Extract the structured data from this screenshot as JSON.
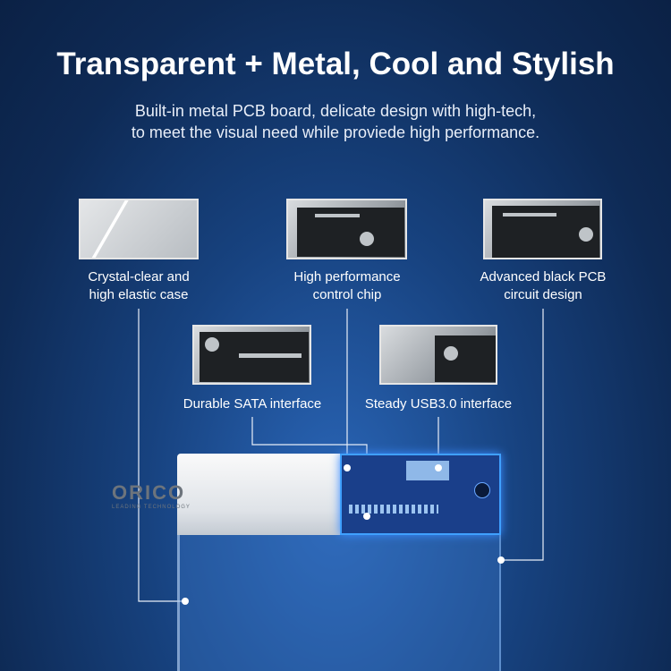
{
  "header": {
    "title": "Transparent + Metal, Cool and Stylish",
    "subtitle_line1": "Built-in metal PCB board, delicate design with high-tech,",
    "subtitle_line2": "to meet the visual need while proviede high performance."
  },
  "features": [
    {
      "line1": "Crystal-clear and",
      "line2": "high elastic case"
    },
    {
      "line1": "High performance",
      "line2": "control chip"
    },
    {
      "line1": "Advanced black PCB",
      "line2": "circuit design"
    },
    {
      "line1": "Durable SATA interface"
    },
    {
      "line1": "Steady USB3.0 interface"
    }
  ],
  "product": {
    "brand": "ORICO",
    "tagline": "LEADING TECHNOLOGY"
  },
  "colors": {
    "background": "#17427f",
    "highlight": "#3fa0ff"
  }
}
